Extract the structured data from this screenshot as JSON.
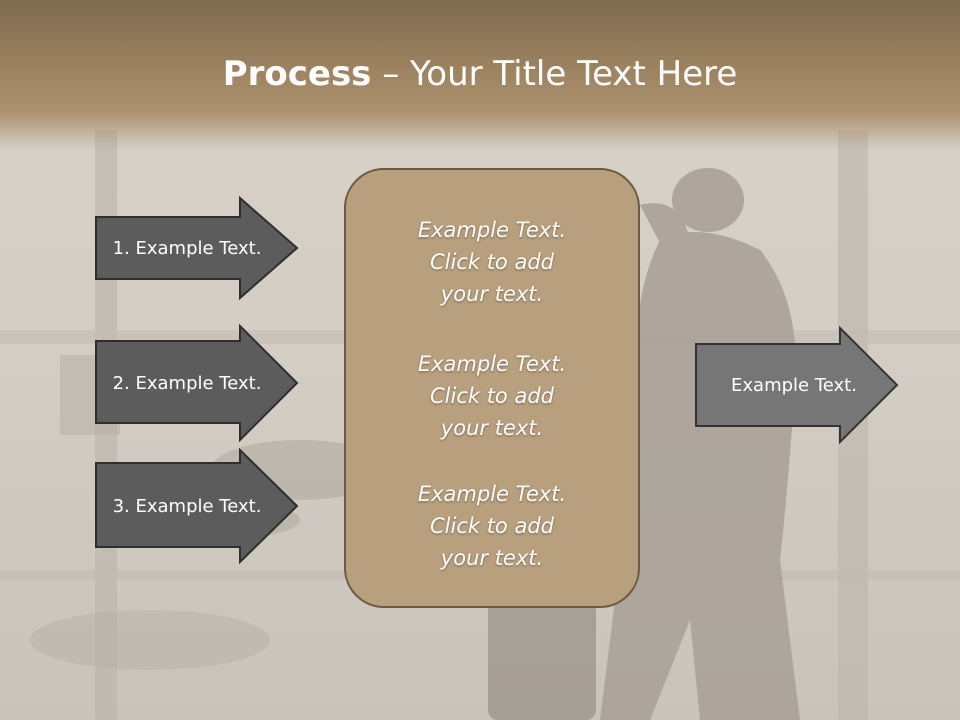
{
  "title": {
    "bold": "Process",
    "rest": " – Your Title Text Here"
  },
  "left_arrows": [
    {
      "label": "1. Example Text."
    },
    {
      "label": "2. Example Text."
    },
    {
      "label": "3. Example Text."
    }
  ],
  "center_box": {
    "items": [
      {
        "text": "Example Text.\nClick  to add\nyour text."
      },
      {
        "text": "Example Text.\nClick  to add\nyour text."
      },
      {
        "text": "Example Text.\nClick  to add\nyour text."
      }
    ]
  },
  "right_arrow": {
    "label": "Example Text."
  },
  "colors": {
    "title_band": "#9c825f",
    "left_arrow_fill": "#5c5c5c",
    "right_arrow_fill": "#767676",
    "center_box_fill": "#b89f7d",
    "center_box_border": "#6e5a42",
    "text": "#ffffff"
  }
}
